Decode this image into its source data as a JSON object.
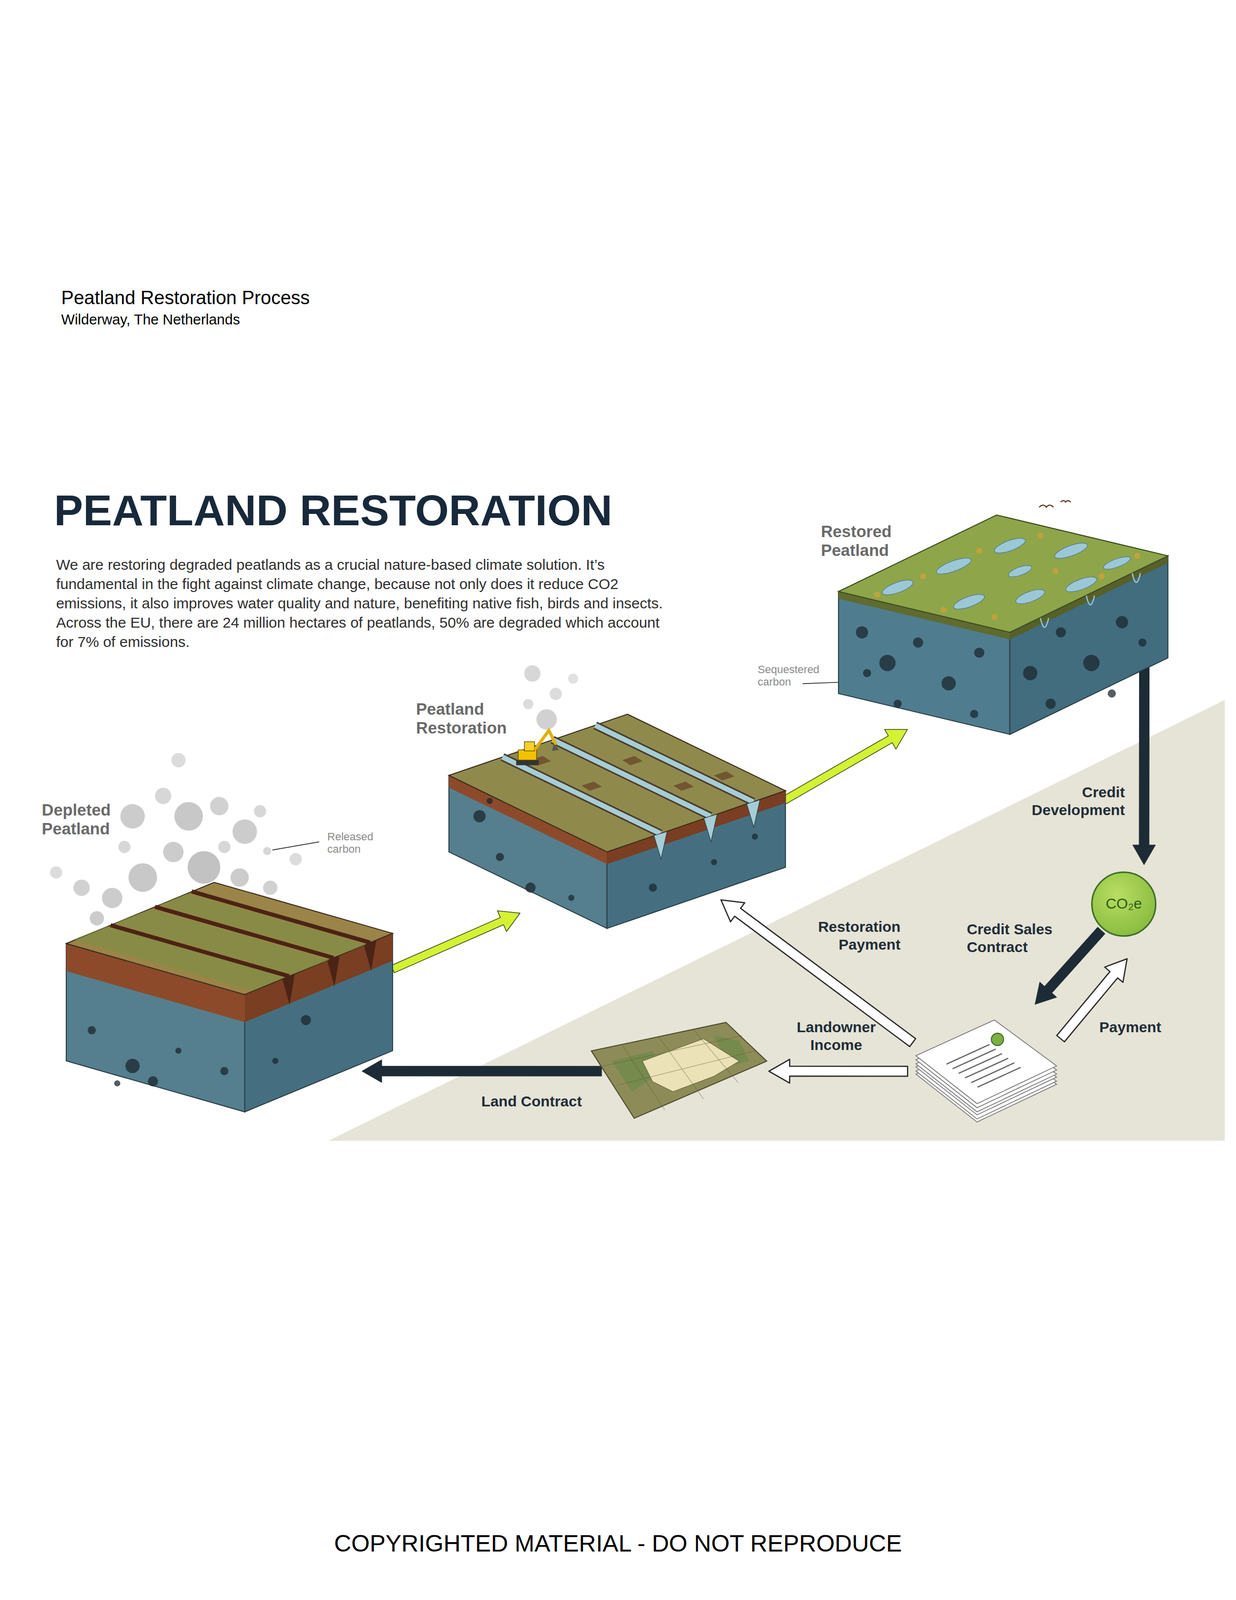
{
  "diagram": {
    "title": "PEATLAND RESTORATION",
    "nodes": [
      {
        "text": [
          "Depleted Peatland"
        ]
      },
      {
        "text": [
          "Peatland Restoration"
        ]
      },
      {
        "text": [
          "Restored Peatland"
        ]
      },
      {
        "text": [
          "CO₂e"
        ]
      },
      {
        "text": []
      },
      {
        "text": []
      }
    ],
    "edges": [
      {
        "from": 0,
        "to": 1,
        "arrow": "to"
      },
      {
        "from": 1,
        "to": 2,
        "arrow": "to"
      },
      {
        "from": 2,
        "to": 3,
        "label": "Credit Development",
        "arrow": "to"
      },
      {
        "from": 3,
        "to": 4,
        "label": "Credit Sales Contract",
        "arrow": "to"
      },
      {
        "from": 4,
        "to": 3,
        "label": "Payment",
        "arrow": "to"
      },
      {
        "from": 4,
        "to": 1,
        "label": "Restoration Payment",
        "arrow": "to"
      },
      {
        "from": 4,
        "to": 5,
        "label": "Landowner Income",
        "arrow": "to"
      },
      {
        "from": 5,
        "to": 0,
        "label": "Land Contract",
        "arrow": "to"
      }
    ],
    "labels": [
      "Peatland Restoration Process",
      "Wilderway, The Netherlands",
      "We are restoring degraded peatlands as a crucial nature-based climate solution. It’s fundamental in the fight against climate change, because not only does it reduce CO2 emissions, it also improves water quality and nature, benefiting native fish, birds and insects. Across the EU, there are 24 million hectares of peatlands, 50% are degraded which account for 7% of emissions.",
      "Released carbon",
      "Sequestered carbon",
      "COPYRIGHTED MATERIAL - DO NOT REPRODUCE"
    ]
  }
}
